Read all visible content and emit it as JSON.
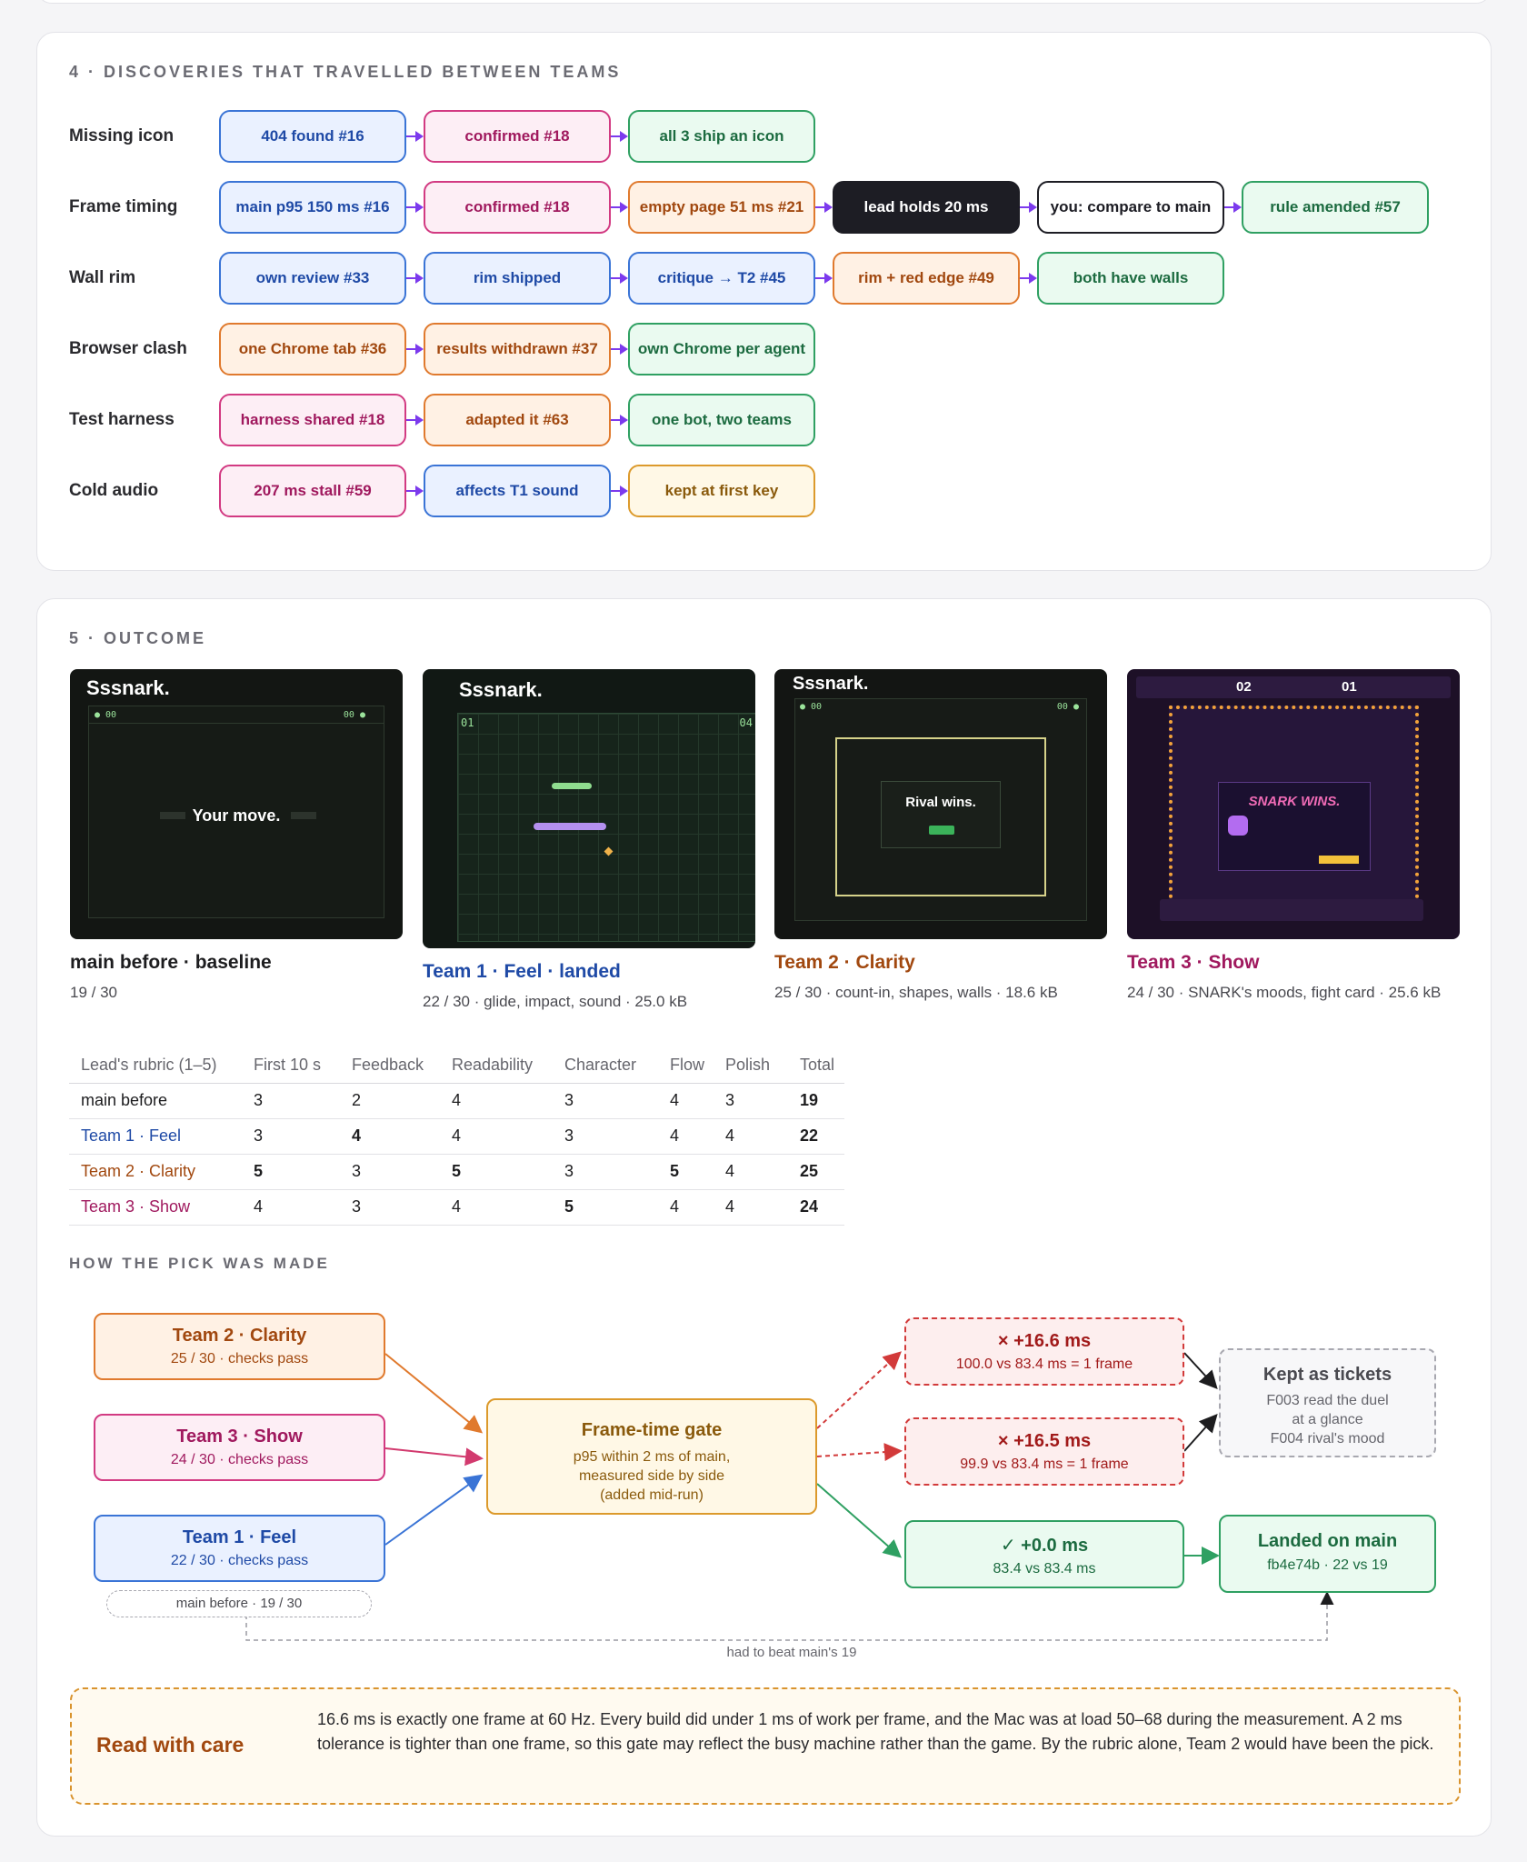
{
  "section4": {
    "title": "4 · DISCOVERIES THAT TRAVELLED BETWEEN TEAMS",
    "rows": [
      {
        "label": "Missing icon",
        "chips": [
          {
            "text": "404 found #16",
            "kind": "blue"
          },
          {
            "text": "confirmed #18",
            "kind": "pink"
          },
          {
            "text": "all 3 ship an icon",
            "kind": "green"
          }
        ]
      },
      {
        "label": "Frame timing",
        "chips": [
          {
            "text": "main p95 150 ms #16",
            "kind": "blue"
          },
          {
            "text": "confirmed #18",
            "kind": "pink"
          },
          {
            "text": "empty page 51 ms #21",
            "kind": "orange"
          },
          {
            "text": "lead holds 20 ms",
            "kind": "dark"
          },
          {
            "text": "you: compare to main",
            "kind": "white"
          },
          {
            "text": "rule amended #57",
            "kind": "green"
          }
        ]
      },
      {
        "label": "Wall rim",
        "chips": [
          {
            "text": "own review #33",
            "kind": "blue"
          },
          {
            "text": "rim shipped",
            "kind": "blue"
          },
          {
            "text": "critique → T2 #45",
            "kind": "blue"
          },
          {
            "text": "rim + red edge #49",
            "kind": "orange"
          },
          {
            "text": "both have walls",
            "kind": "green"
          }
        ]
      },
      {
        "label": "Browser clash",
        "chips": [
          {
            "text": "one Chrome tab #36",
            "kind": "orange"
          },
          {
            "text": "results withdrawn #37",
            "kind": "orange"
          },
          {
            "text": "own Chrome per agent",
            "kind": "green"
          }
        ]
      },
      {
        "label": "Test harness",
        "chips": [
          {
            "text": "harness shared #18",
            "kind": "pink"
          },
          {
            "text": "adapted it #63",
            "kind": "orange"
          },
          {
            "text": "one bot, two teams",
            "kind": "green"
          }
        ]
      },
      {
        "label": "Cold audio",
        "chips": [
          {
            "text": "207 ms stall #59",
            "kind": "pink"
          },
          {
            "text": "affects T1 sound",
            "kind": "blue"
          },
          {
            "text": "kept at first key",
            "kind": "yellow"
          }
        ]
      }
    ]
  },
  "section5": {
    "title": "5 · OUTCOME",
    "shots": [
      {
        "logo": "Sssnark.",
        "center_title": "Your move.",
        "title": "main before · baseline",
        "sub": "19 / 30",
        "color": "#1d1d1f"
      },
      {
        "logo": "Sssnark.",
        "title": "Team 1 · Feel · landed",
        "sub": "22 / 30 · glide, impact, sound · 25.0 kB",
        "color": "#1f4aa6"
      },
      {
        "logo": "Sssnark.",
        "center_title": "Rival wins.",
        "title": "Team 2 · Clarity",
        "sub": "25 / 30 · count-in, shapes, walls · 18.6 kB",
        "color": "#a1480f"
      },
      {
        "logo": "SNARK WINS.",
        "score_left": "02",
        "score_right": "01",
        "title": "Team 3 · Show",
        "sub": "24 / 30 · SNARK's moods, fight card · 25.6 kB",
        "color": "#a0195e"
      }
    ],
    "table": {
      "headers": [
        "Lead's rubric (1–5)",
        "First 10 s",
        "Feedback",
        "Readability",
        "Character",
        "Flow",
        "Polish",
        "Total"
      ],
      "rows": [
        {
          "name": "main before",
          "vals": [
            "3",
            "2",
            "4",
            "3",
            "4",
            "3",
            "19"
          ]
        },
        {
          "name": "Team 1 · Feel",
          "vals": [
            "3",
            "4",
            "4",
            "3",
            "4",
            "4",
            "22"
          ]
        },
        {
          "name": "Team 2 · Clarity",
          "vals": [
            "5",
            "3",
            "5",
            "3",
            "5",
            "4",
            "25"
          ]
        },
        {
          "name": "Team 3 · Show",
          "vals": [
            "4",
            "3",
            "4",
            "5",
            "4",
            "4",
            "24"
          ]
        }
      ]
    },
    "pick": {
      "title": "HOW THE PICK WAS MADE",
      "t2": {
        "title": "Team 2 · Clarity",
        "sub": "25 / 30 · checks pass"
      },
      "t3": {
        "title": "Team 3 · Show",
        "sub": "24 / 30 · checks pass"
      },
      "t1": {
        "title": "Team 1 · Feel",
        "sub": "22 / 30 · checks pass"
      },
      "baseline": "main before · 19 / 30",
      "gate": {
        "title": "Frame-time gate",
        "l1": "p95 within 2 ms of main,",
        "l2": "measured side by side",
        "l3": "(added mid-run)"
      },
      "fail1": {
        "title": "× +16.6 ms",
        "sub": "100.0 vs 83.4 ms = 1 frame"
      },
      "fail2": {
        "title": "× +16.5 ms",
        "sub": "99.9 vs 83.4 ms = 1 frame"
      },
      "pass": {
        "title": "✓ +0.0 ms",
        "sub": "83.4 vs 83.4 ms"
      },
      "tickets": {
        "title": "Kept as tickets",
        "l1": "F003 read the duel",
        "l2": "at a glance",
        "l3": "F004 rival's mood"
      },
      "landed": {
        "title": "Landed on main",
        "sub": "fb4e74b · 22 vs 19"
      },
      "beat": "had to beat main's 19"
    },
    "note": {
      "label": "Read with care",
      "text": "16.6 ms is exactly one frame at 60 Hz. Every build did under 1 ms of work per frame, and the Mac was at load 50–68 during the measurement. A 2 ms tolerance is tighter than one frame, so this gate may reflect the busy machine rather than the game. By the rubric alone, Team 2 would have been the pick."
    }
  },
  "colors": {
    "arrow": "#7c3aed",
    "t1": "#1f4aa6",
    "t2": "#a1480f",
    "t3": "#a0195e"
  }
}
